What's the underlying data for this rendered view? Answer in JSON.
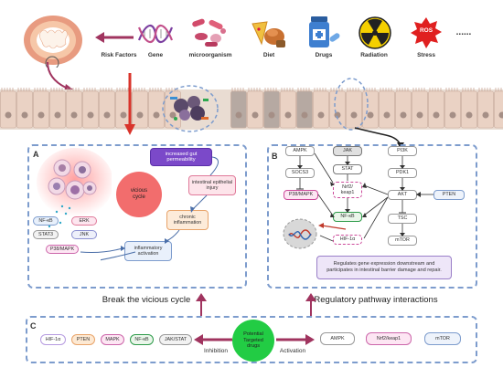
{
  "top": {
    "risk_factors": "Risk Factors",
    "items": [
      {
        "label": "Gene",
        "icon": "dna-icon"
      },
      {
        "label": "microorganism",
        "icon": "microbe-icon"
      },
      {
        "label": "Diet",
        "icon": "food-icon"
      },
      {
        "label": "Drugs",
        "icon": "drugs-icon"
      },
      {
        "label": "Radiation",
        "icon": "radiation-icon"
      },
      {
        "label": "Stress",
        "icon": "stress-icon"
      }
    ],
    "ros_label": "ROS",
    "ellipsis": "......"
  },
  "panel_a": {
    "letter": "A",
    "increased_gut": "increased gut permeability",
    "vicious_cycle": "vicious cycle",
    "intestinal_injury": "intestinal epithelial injury",
    "chronic": "chronic inflammation",
    "inflammatory": "inflammatory activation",
    "nfkb": "NF-κB",
    "erk": "ERK",
    "stat3": "STAT3",
    "jnk": "JNK",
    "p38": "P38/MAPK",
    "caption": "Break the vicious cycle"
  },
  "panel_b": {
    "letter": "B",
    "ampk": "AMPK",
    "socs3": "SOCS3",
    "p38": "P38/MAPK",
    "jak": "JAK",
    "stat": "STAT",
    "nrf2": "Nrf2/ keap1",
    "nfkb": "NF-κB",
    "hif": "HIF-1α",
    "pi3k": "PI3K",
    "pdk1": "PDK1",
    "akt": "AKT",
    "pten": "PTEN",
    "tsc": "TSC",
    "mtor": "mTOR",
    "regulates": "Regulates gene expression downstream and participates in intestinal barrier damage and repair.",
    "caption": "Regulatory pathway interactions"
  },
  "panel_c": {
    "letter": "C",
    "inhibition_items": [
      "HIF-1α",
      "PTEN",
      "MAPK",
      "NF-κB",
      "JAK/STAT"
    ],
    "center": "Potential Targeted drugs",
    "inhibition": "Inhibition",
    "activation": "Activation",
    "activation_items": [
      "AMPK",
      "Nrf2/keap1",
      "mTOR"
    ]
  },
  "colors": {
    "dashed_border": "#7d9ccd",
    "purple_box": "#6f42c1",
    "red_arrow": "#c0392b",
    "magenta_arrow": "#a0345f",
    "green_center": "#22cc44"
  }
}
